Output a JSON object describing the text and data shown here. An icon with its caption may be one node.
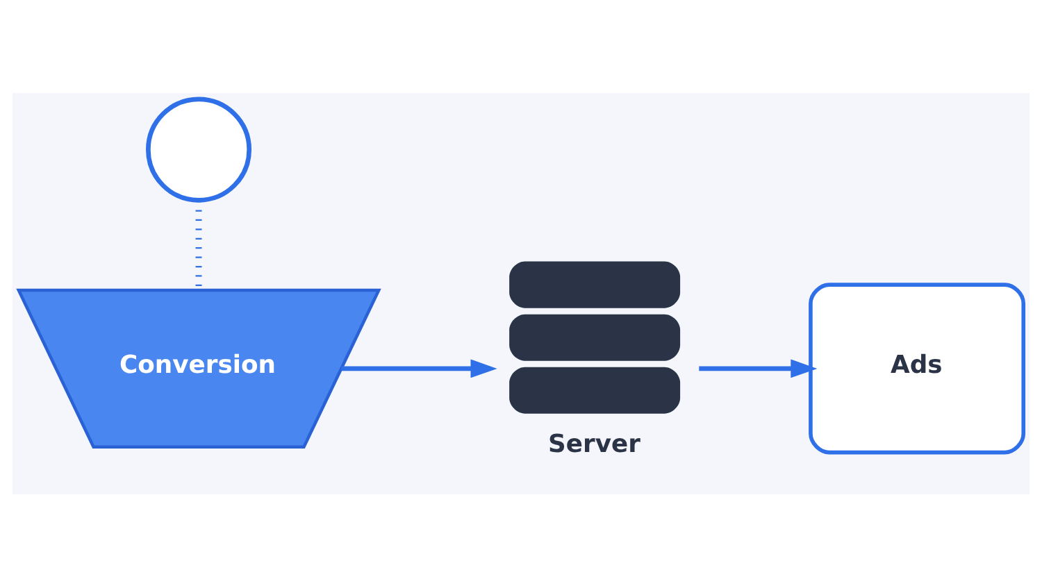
{
  "diagram": {
    "nodes": [
      {
        "text": [],
        "shape": "circle"
      },
      {
        "text": [
          "Conversion"
        ]
      },
      {
        "text": [
          "Server"
        ]
      },
      {
        "text": [
          "Ads"
        ]
      }
    ],
    "edges": [
      {
        "from": 0,
        "to": 1,
        "arrow": "none",
        "style": "dashed"
      },
      {
        "from": 1,
        "to": 2,
        "arrow": "to"
      },
      {
        "from": 2,
        "to": 3,
        "arrow": "to"
      }
    ]
  }
}
